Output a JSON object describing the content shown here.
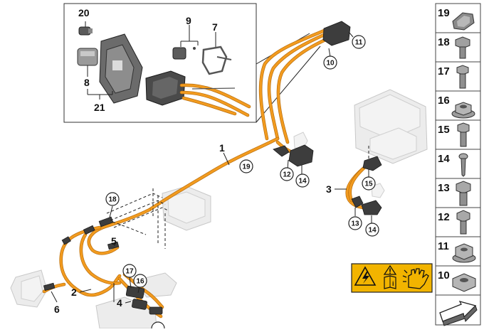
{
  "diagram": {
    "callouts": {
      "c1": "1",
      "c2": "2",
      "c3": "3",
      "c4": "4",
      "c5": "5",
      "c6": "6",
      "c7": "7",
      "c8": "8",
      "c9": "9",
      "c21": "21",
      "c20": "20"
    },
    "circled": {
      "k10": "10",
      "k11": "11",
      "k12": "12",
      "k13": "13",
      "k14a": "14",
      "k14b": "14",
      "k15": "15",
      "k16": "16",
      "k17": "17",
      "k18": "18",
      "k19": "19"
    }
  },
  "sidebar": {
    "items": [
      {
        "label": "19",
        "icon": "clamp-icon"
      },
      {
        "label": "18",
        "icon": "hex-bolt-collar-icon"
      },
      {
        "label": "17",
        "icon": "bolt-icon"
      },
      {
        "label": "16",
        "icon": "flange-nut-icon"
      },
      {
        "label": "15",
        "icon": "hex-bolt-icon"
      },
      {
        "label": "14",
        "icon": "screw-icon"
      },
      {
        "label": "13",
        "icon": "hex-bolt-large-icon"
      },
      {
        "label": "12",
        "icon": "hex-bolt-washer-icon"
      },
      {
        "label": "11",
        "icon": "hex-nut-icon"
      },
      {
        "label": "10",
        "icon": "hex-nut-flat-icon"
      }
    ]
  },
  "colors": {
    "cable": "#f29b1f",
    "warning_bg": "#f2b400"
  }
}
